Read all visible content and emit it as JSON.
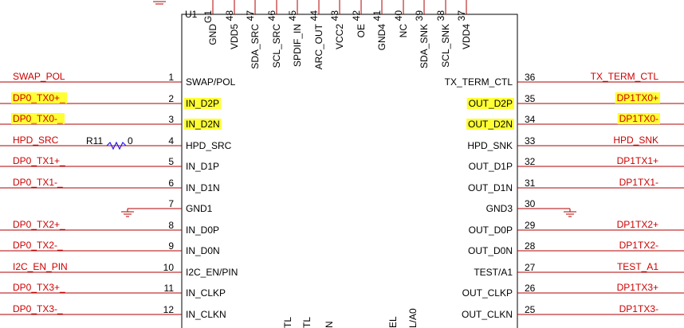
{
  "component": {
    "ref": "U1",
    "resistor_ref": "R11",
    "resistor_value": "0"
  },
  "left_pins": [
    {
      "num": "1",
      "name": "SWAP/POL",
      "net": "SWAP_POL",
      "highlight": false
    },
    {
      "num": "2",
      "name": "IN_D2P",
      "net": "DP0_TX0+_",
      "highlight": true
    },
    {
      "num": "3",
      "name": "IN_D2N",
      "net": "DP0_TX0-_",
      "highlight": true
    },
    {
      "num": "4",
      "name": "HPD_SRC",
      "net": "HPD_SRC",
      "highlight": false
    },
    {
      "num": "5",
      "name": "IN_D1P",
      "net": "DP0_TX1+_",
      "highlight": false
    },
    {
      "num": "6",
      "name": "IN_D1N",
      "net": "DP0_TX1-_",
      "highlight": false
    },
    {
      "num": "7",
      "name": "GND1",
      "net": "",
      "highlight": false
    },
    {
      "num": "8",
      "name": "IN_D0P",
      "net": "DP0_TX2+_",
      "highlight": false
    },
    {
      "num": "9",
      "name": "IN_D0N",
      "net": "DP0_TX2-_",
      "highlight": false
    },
    {
      "num": "10",
      "name": "I2C_EN/PIN",
      "net": "I2C_EN_PIN",
      "highlight": false
    },
    {
      "num": "11",
      "name": "IN_CLKP",
      "net": "DP0_TX3+_",
      "highlight": false
    },
    {
      "num": "12",
      "name": "IN_CLKN",
      "net": "DP0_TX3-_",
      "highlight": false
    }
  ],
  "right_pins": [
    {
      "num": "36",
      "name": "TX_TERM_CTL",
      "net": "TX_TERM_CTL",
      "highlight": false
    },
    {
      "num": "35",
      "name": "OUT_D2P",
      "net": "DP1TX0+",
      "highlight": true
    },
    {
      "num": "34",
      "name": "OUT_D2N",
      "net": "DP1TX0-",
      "highlight": true
    },
    {
      "num": "33",
      "name": "HPD_SNK",
      "net": "HPD_SNK",
      "highlight": false
    },
    {
      "num": "32",
      "name": "OUT_D1P",
      "net": "DP1TX1+",
      "highlight": false
    },
    {
      "num": "31",
      "name": "OUT_D1N",
      "net": "DP1TX1-",
      "highlight": false
    },
    {
      "num": "30",
      "name": "GND3",
      "net": "",
      "highlight": false
    },
    {
      "num": "29",
      "name": "OUT_D0P",
      "net": "DP1TX2+",
      "highlight": false
    },
    {
      "num": "28",
      "name": "OUT_D0N",
      "net": "DP1TX2-",
      "highlight": false
    },
    {
      "num": "27",
      "name": "TEST/A1",
      "net": "TEST_A1",
      "highlight": false
    },
    {
      "num": "26",
      "name": "OUT_CLKP",
      "net": "DP1TX3+",
      "highlight": false
    },
    {
      "num": "25",
      "name": "OUT_CLKN",
      "net": "DP1TX3-",
      "highlight": false
    }
  ],
  "top_pins": [
    {
      "num": "G1",
      "name": "GND"
    },
    {
      "num": "48",
      "name": "VDD5"
    },
    {
      "num": "47",
      "name": "SDA_SRC"
    },
    {
      "num": "46",
      "name": "SCL_SRC"
    },
    {
      "num": "45",
      "name": "SPDIF_IN"
    },
    {
      "num": "44",
      "name": "ARC_OUT"
    },
    {
      "num": "43",
      "name": "VCC2"
    },
    {
      "num": "42",
      "name": "OE"
    },
    {
      "num": "41",
      "name": "GND4"
    },
    {
      "num": "40",
      "name": "NC"
    },
    {
      "num": "39",
      "name": "SDA_SNK"
    },
    {
      "num": "38",
      "name": "SCL_SNK"
    },
    {
      "num": "37",
      "name": "VDD4"
    }
  ],
  "bottom_fragments": [
    "TL",
    "TL",
    "N",
    "EL",
    "L/A0"
  ],
  "colors": {
    "wire": "#b00000",
    "net_text": "#cc0000",
    "body_stroke": "#000000",
    "pin_wire": "#b00000",
    "highlight": "#ffff33",
    "resistor": "#1a1aff"
  }
}
